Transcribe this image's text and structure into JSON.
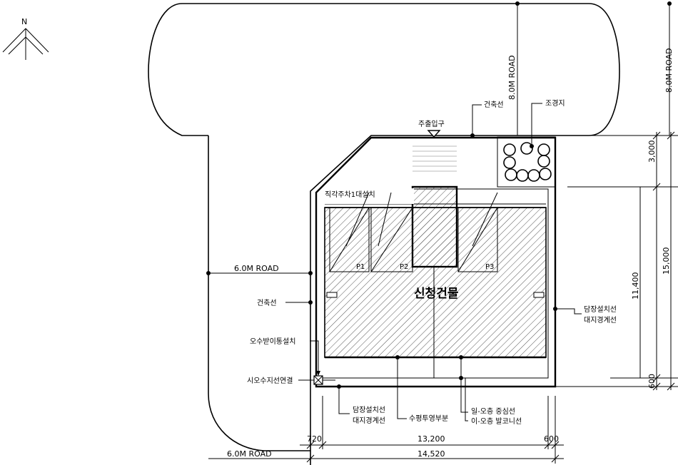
{
  "north": {
    "letter": "N"
  },
  "roads": {
    "top_road": "8.0M ROAD",
    "right_road": "8.0M ROAD",
    "left_road": "6.0M ROAD",
    "bottom_road": "6.0M ROAD"
  },
  "labels": {
    "main_entrance": "주출입구",
    "building_line_top": "건축선",
    "landscape": "조경지",
    "parking_install": "직각주차1대설치",
    "new_building": "신청건물",
    "building_line_left": "건축선",
    "sewage_catch": "오수받이통설치",
    "sewer_connect": "시오수지선연결",
    "fence_line_right": "담장설치선",
    "boundary_right": "대지경계선",
    "fence_line_bottom": "담장설치선",
    "boundary_bottom": "대지경계선",
    "horizontal_projection": "수평투영부분",
    "first_floor_center": "일-오층 중심선",
    "second_floor_balcony": "이-오층 발코니선",
    "p1": "P1",
    "p2": "P2",
    "p3": "P3"
  },
  "dimensions": {
    "right_3000": "3,000",
    "right_11400": "11,400",
    "right_15000": "15,000",
    "right_600": "600",
    "bottom_720": "720",
    "bottom_13200": "13,200",
    "bottom_600": "600",
    "bottom_14520": "14,520"
  }
}
